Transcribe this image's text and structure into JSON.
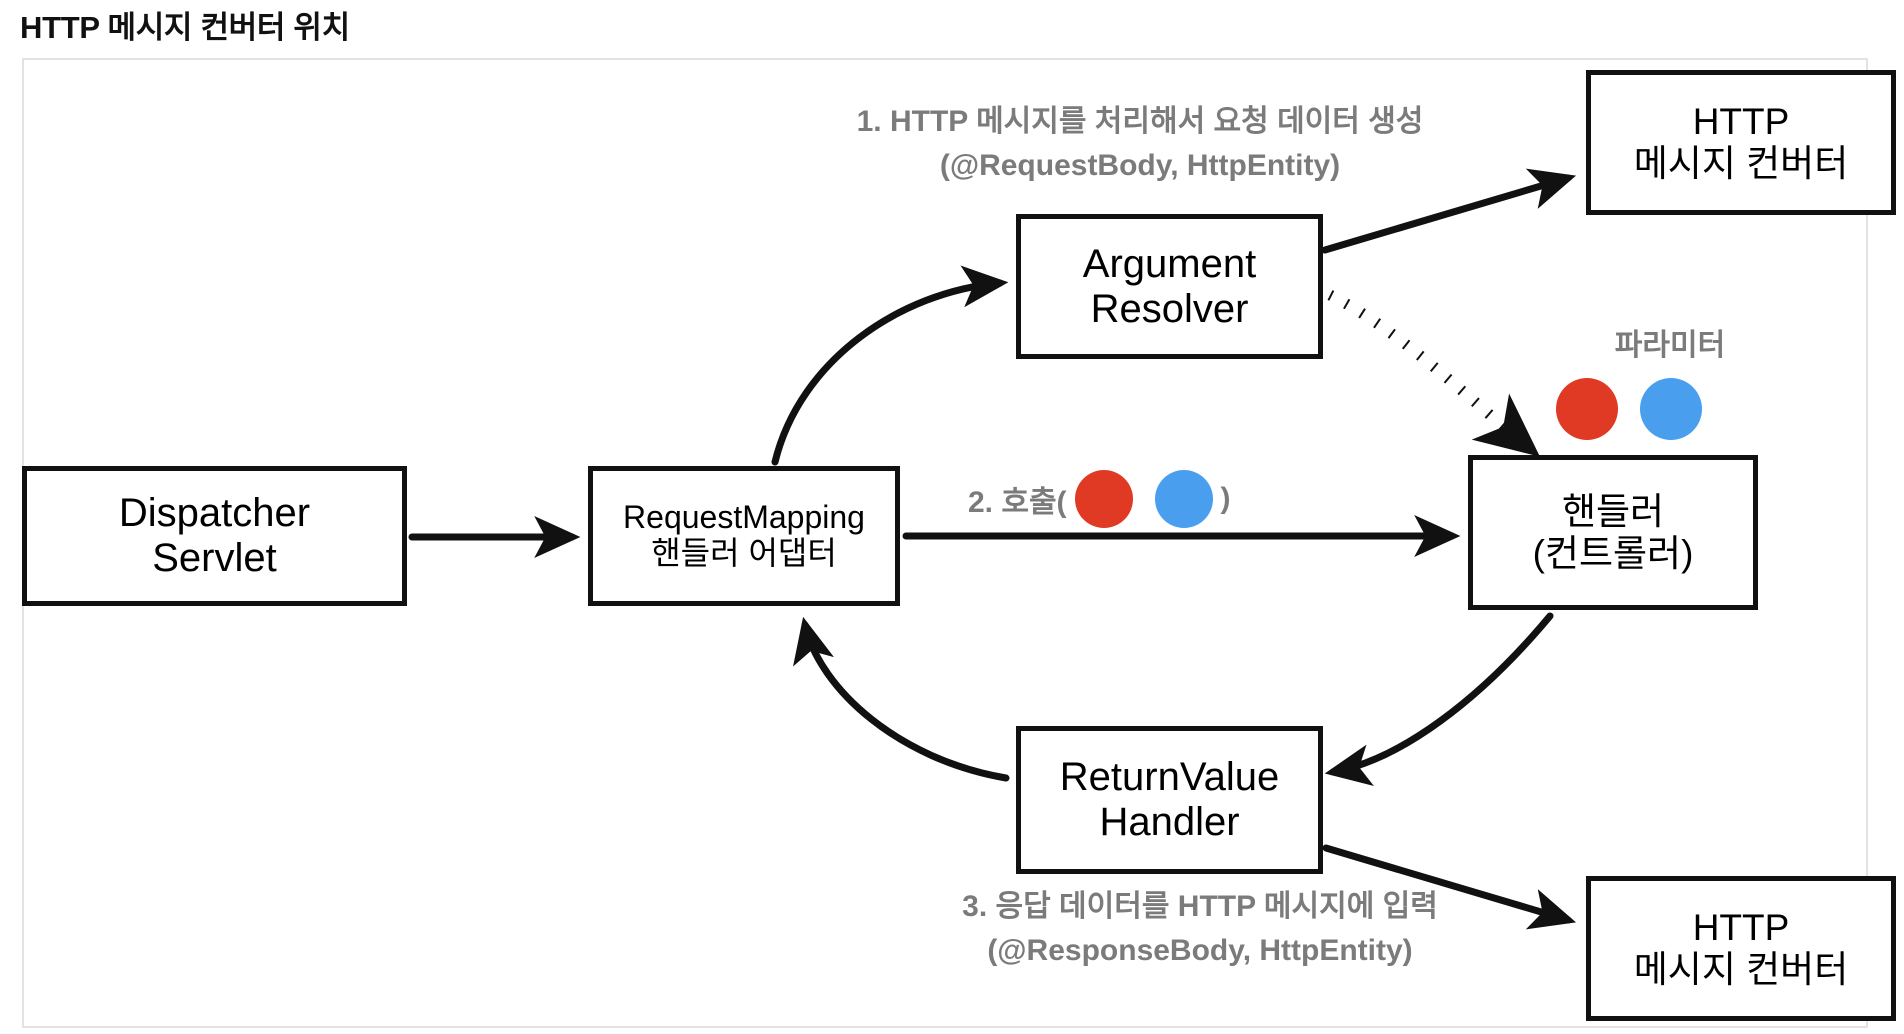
{
  "page": {
    "title": "HTTP 메시지 컨버터 위치"
  },
  "diagram": {
    "type": "flow-diagram",
    "nodes": [
      {
        "id": "dispatcher-servlet",
        "lines": [
          "Dispatcher",
          "Servlet"
        ]
      },
      {
        "id": "request-mapping-handler-adapter",
        "lines": [
          "RequestMapping",
          "핸들러 어댑터"
        ]
      },
      {
        "id": "argument-resolver",
        "lines": [
          "Argument",
          "Resolver"
        ]
      },
      {
        "id": "handler-controller",
        "lines": [
          "핸들러",
          "(컨트롤러)"
        ]
      },
      {
        "id": "return-value-handler",
        "lines": [
          "ReturnValue",
          "Handler"
        ]
      },
      {
        "id": "http-message-converter-top",
        "lines": [
          "HTTP",
          "메시지 컨버터"
        ]
      },
      {
        "id": "http-message-converter-bottom",
        "lines": [
          "HTTP",
          "메시지 컨버터"
        ]
      }
    ],
    "annotations": {
      "request_step": {
        "line1": "1. HTTP 메시지를 처리해서 요청 데이터 생성",
        "line2": "(@RequestBody, HttpEntity)"
      },
      "call_step": {
        "prefix": "2. 호출(",
        "suffix": ")"
      },
      "response_step": {
        "line1": "3. 응답 데이터를 HTTP 메시지에 입력",
        "line2": "(@ResponseBody, HttpEntity)"
      },
      "parameter_label": "파라미터"
    },
    "edges": [
      {
        "from": "dispatcher-servlet",
        "to": "request-mapping-handler-adapter",
        "style": "solid-straight"
      },
      {
        "from": "request-mapping-handler-adapter",
        "to": "argument-resolver",
        "style": "solid-curved"
      },
      {
        "from": "argument-resolver",
        "to": "http-message-converter-top",
        "style": "solid-straight"
      },
      {
        "from": "argument-resolver",
        "to": "handler-controller",
        "style": "dotted-curved"
      },
      {
        "from": "request-mapping-handler-adapter",
        "to": "handler-controller",
        "style": "solid-straight"
      },
      {
        "from": "handler-controller",
        "to": "return-value-handler",
        "style": "solid-curved"
      },
      {
        "from": "return-value-handler",
        "to": "request-mapping-handler-adapter",
        "style": "solid-curved"
      },
      {
        "from": "return-value-handler",
        "to": "http-message-converter-bottom",
        "style": "solid-straight"
      }
    ],
    "colors": {
      "node_border": "#111111",
      "node_fill": "#ffffff",
      "annotation_text": "#7b7b7b",
      "frame_border": "#e3e3e3",
      "dot_red": "#e03a25",
      "dot_blue": "#4a9eee"
    }
  }
}
